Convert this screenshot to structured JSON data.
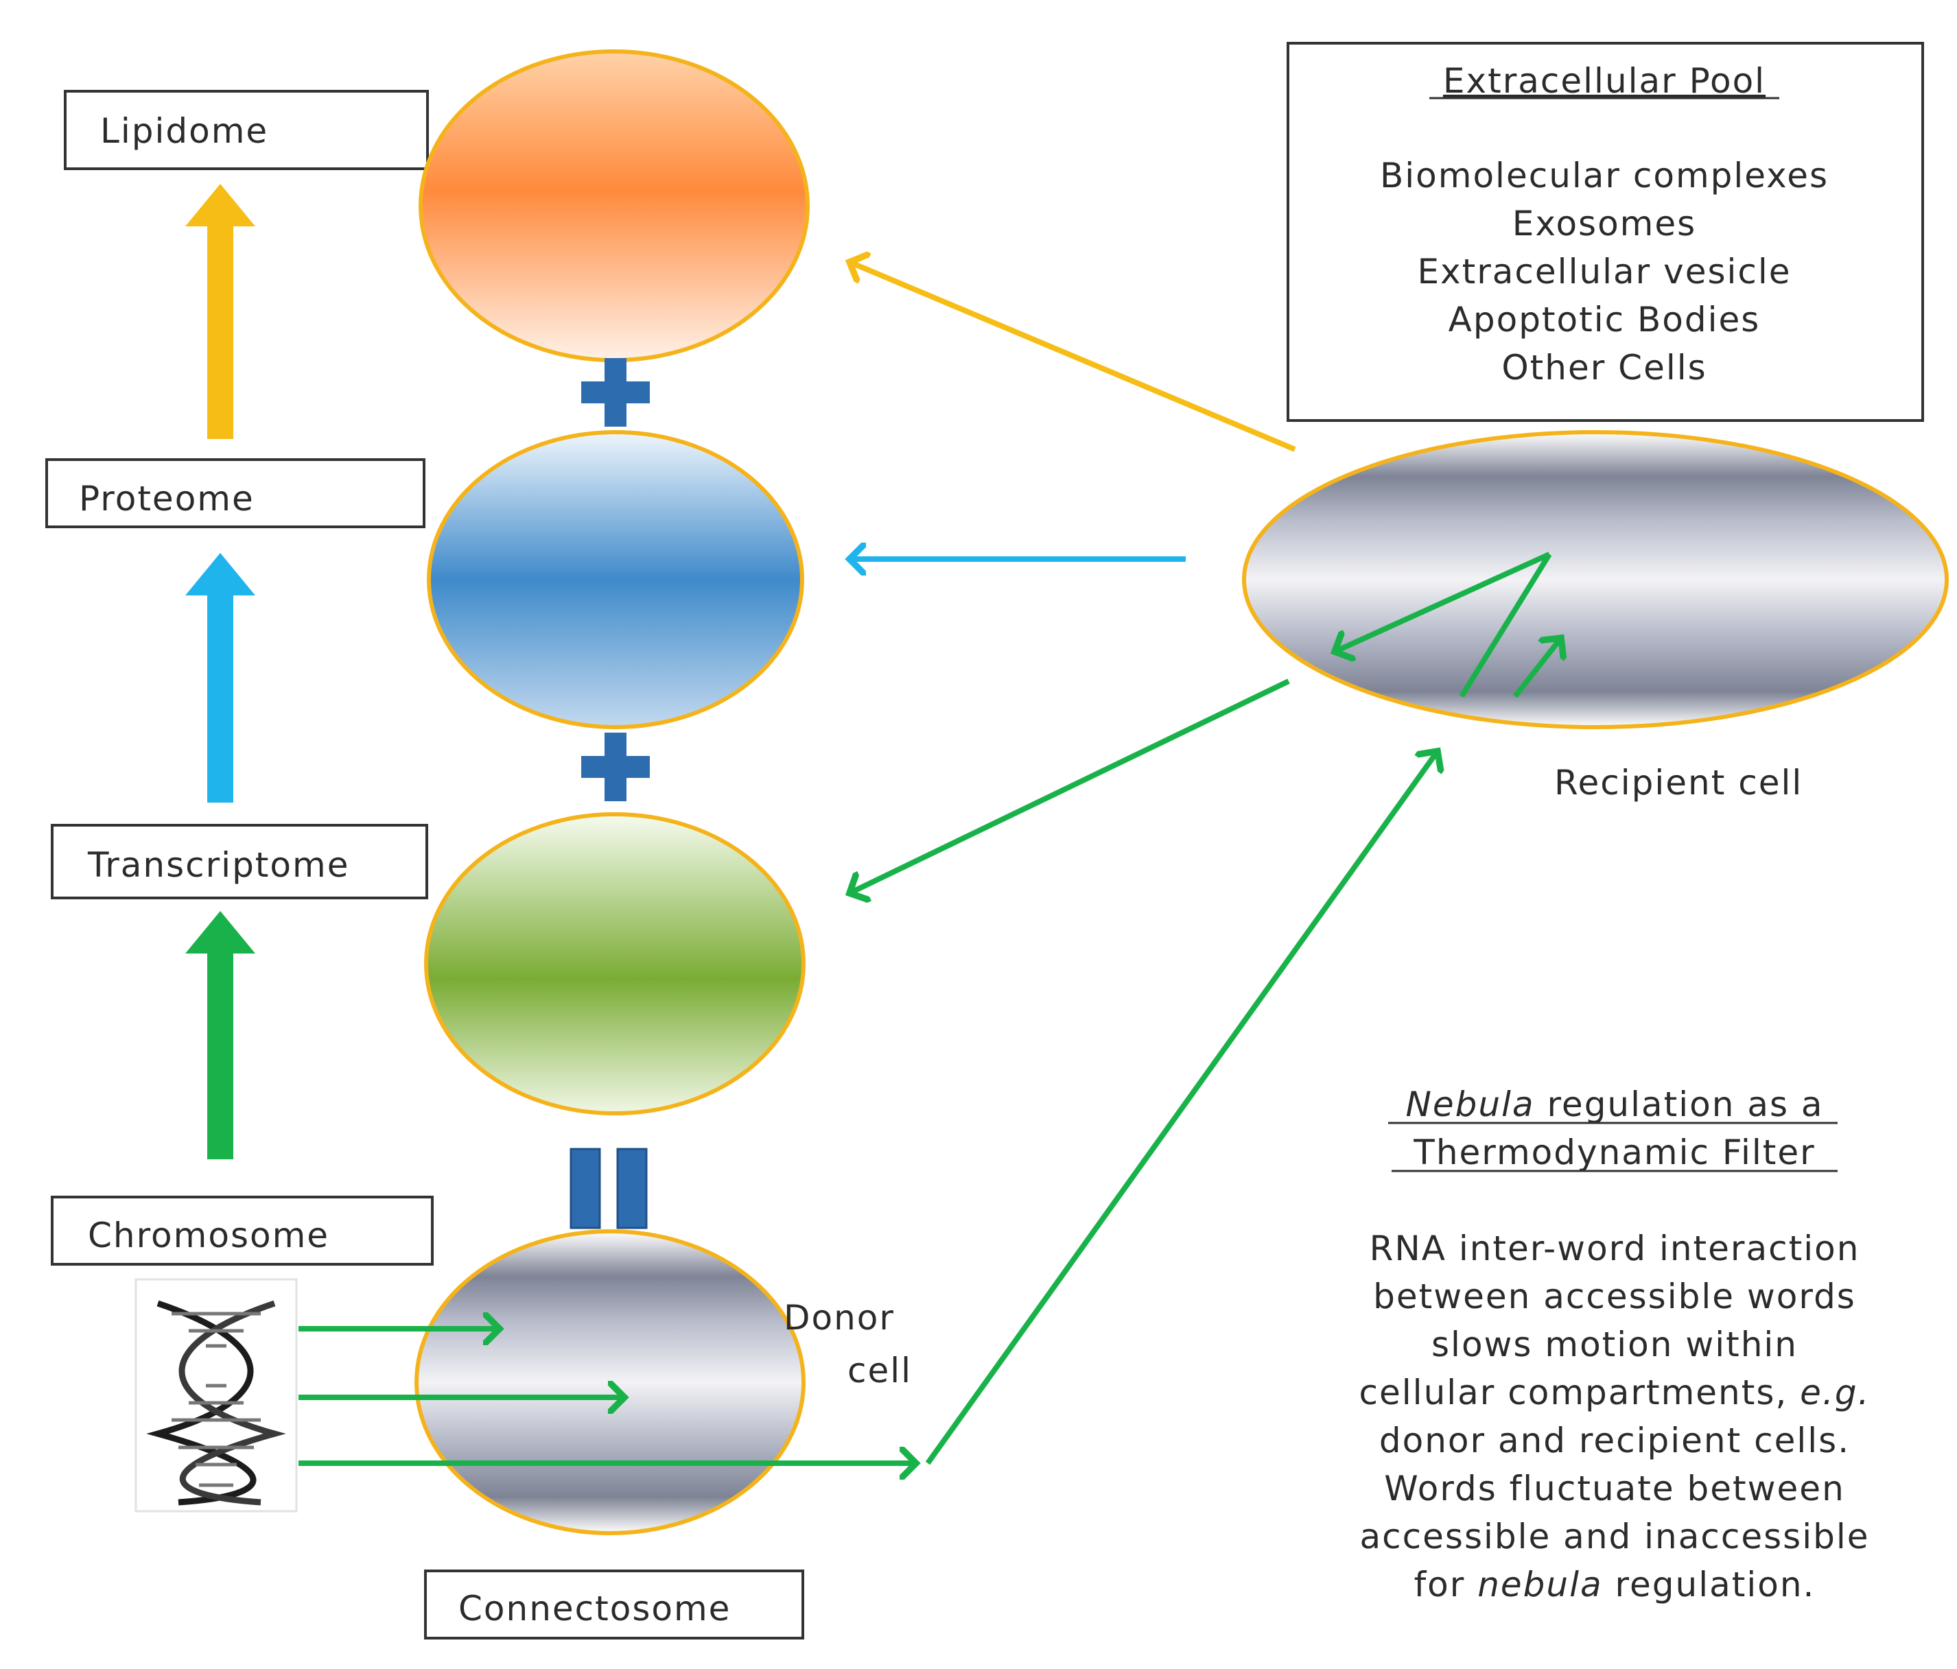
{
  "levels": {
    "lipidome": "Lipidome",
    "proteome": "Proteome",
    "transcriptome": "Transcriptome",
    "chromosome": "Chromosome",
    "connectosome": "Connectosome"
  },
  "donor_cell": {
    "line1": "Donor",
    "line2": "cell"
  },
  "recipient_cell": "Recipient cell",
  "extracellular_pool": {
    "title": "Extracellular Pool",
    "items": [
      "Biomolecular complexes",
      "Exosomes",
      "Extracellular vesicle",
      "Apoptotic Bodies",
      "Other Cells"
    ]
  },
  "nebula_note": {
    "title_italic": "Nebula",
    "title_rest": " regulation as a",
    "title_line2": "Thermodynamic Filter",
    "body_lines": [
      "RNA inter-word interaction",
      "between accessible words",
      "slows motion within"
    ],
    "line4_plain": "cellular compartments, ",
    "line4_italic": "e.g.",
    "body_lines_2": [
      "donor and recipient cells.",
      "Words fluctuate between",
      "accessible and inaccessible"
    ],
    "last_prefix": "for ",
    "last_italic": "nebula",
    "last_suffix": " regulation."
  },
  "colors": {
    "orange_arrow": "#f6bd16",
    "blue_arrow": "#20b4ec",
    "green_arrow": "#19b24a",
    "operator_blue": "#2e6cb0",
    "cell_outline": "#f5b31b"
  },
  "icons": {
    "dna": "dna-helix-icon",
    "plus": "plus-icon",
    "equals": "equals-icon"
  }
}
